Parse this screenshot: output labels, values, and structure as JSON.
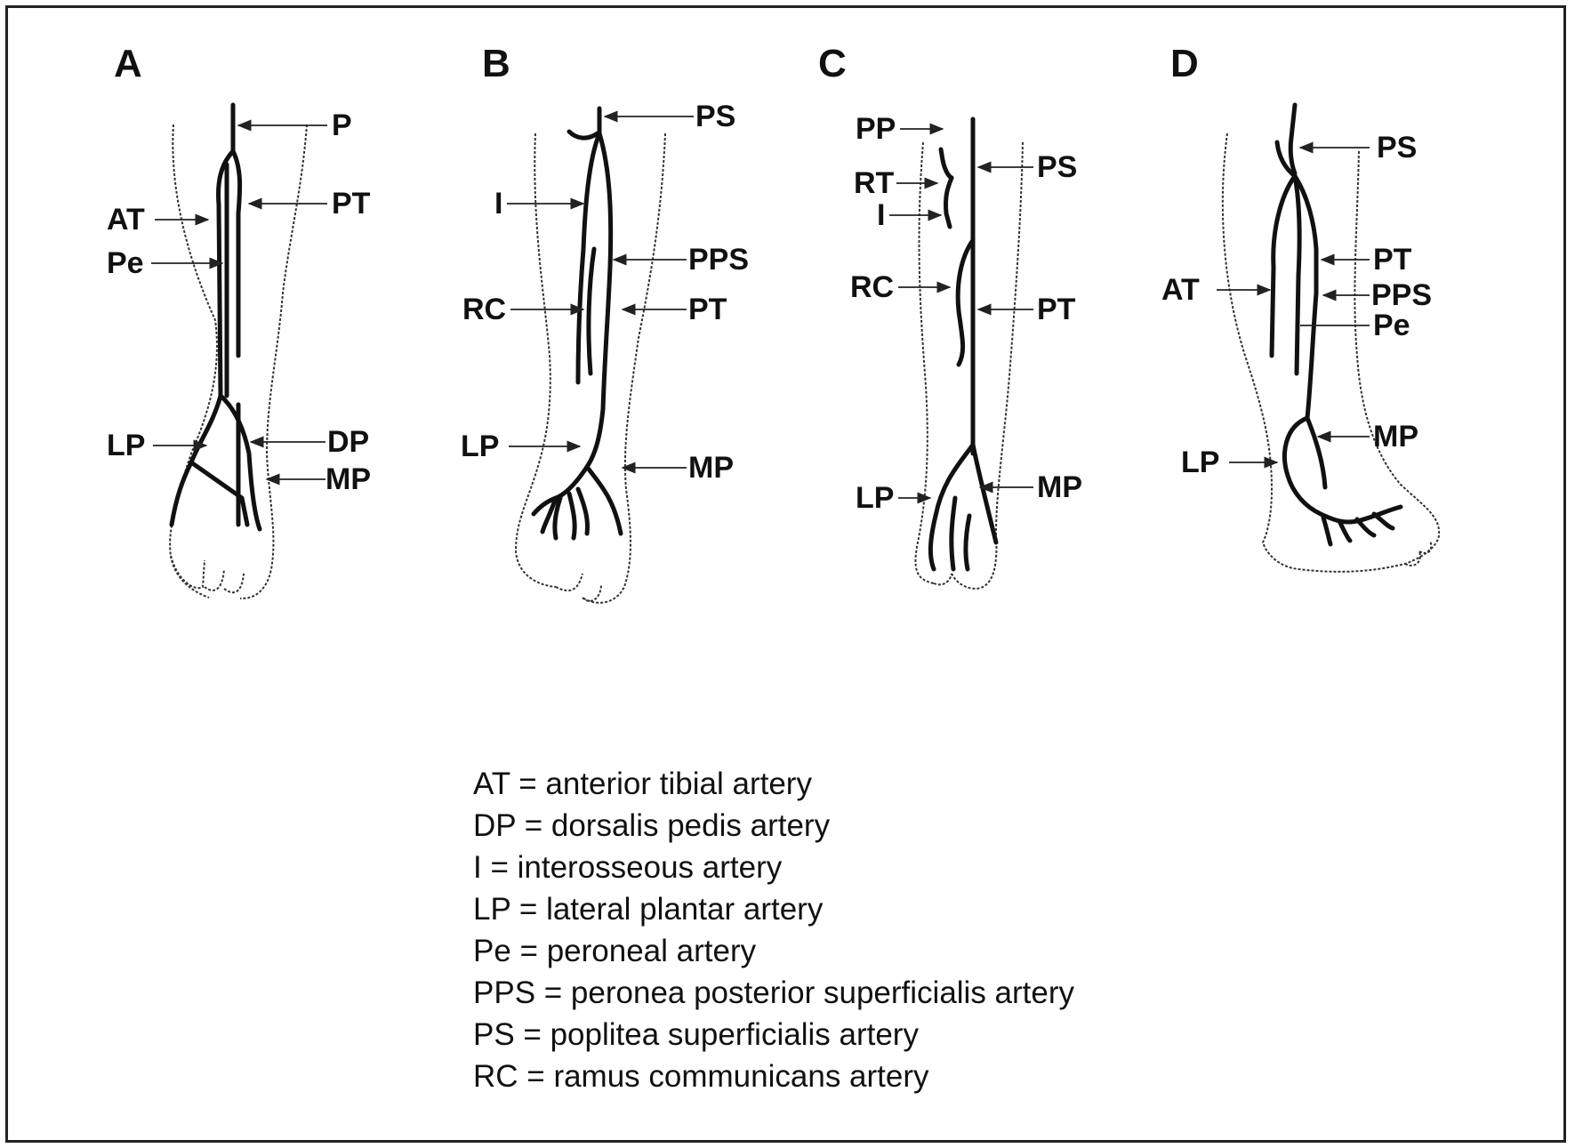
{
  "panels": {
    "A": {
      "letter": "A",
      "labels": {
        "P": "P",
        "AT": "AT",
        "PT": "PT",
        "Pe": "Pe",
        "LP": "LP",
        "DP": "DP",
        "MP": "MP"
      }
    },
    "B": {
      "letter": "B",
      "labels": {
        "PS": "PS",
        "I": "I",
        "PPS": "PPS",
        "RC": "RC",
        "PT": "PT",
        "LP": "LP",
        "MP": "MP"
      }
    },
    "C": {
      "letter": "C",
      "labels": {
        "PP": "PP",
        "PS": "PS",
        "RT": "RT",
        "I": "I",
        "RC": "RC",
        "PT": "PT",
        "LP": "LP",
        "MP": "MP"
      }
    },
    "D": {
      "letter": "D",
      "labels": {
        "PS": "PS",
        "PT": "PT",
        "AT": "AT",
        "PPS": "PPS",
        "Pe": "Pe",
        "MP": "MP",
        "LP": "LP"
      }
    }
  },
  "legend": [
    "AT = anterior tibial artery",
    "DP = dorsalis pedis artery",
    "I = interosseous artery",
    "LP = lateral plantar artery",
    "Pe = peroneal artery",
    "PPS = peronea posterior superficialis artery",
    "PS = poplitea superficialis artery",
    "RC = ramus communicans artery"
  ]
}
